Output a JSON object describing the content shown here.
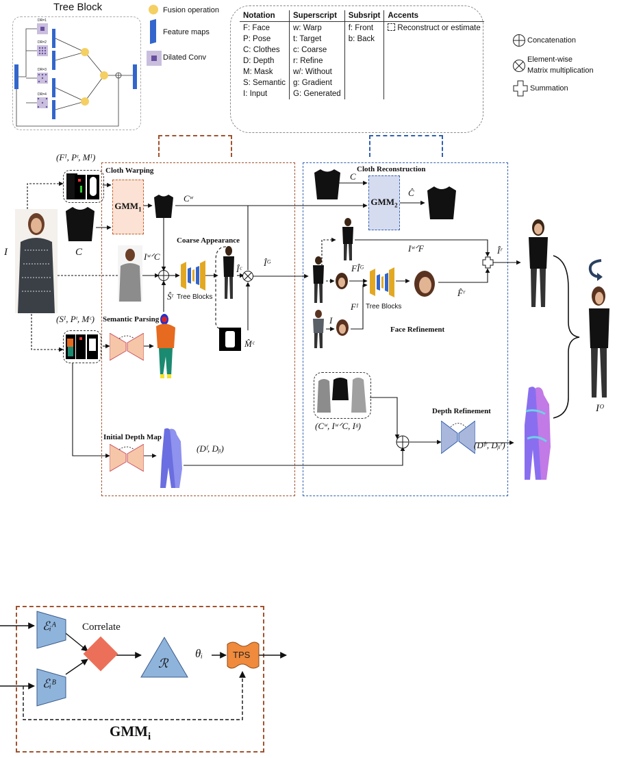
{
  "tree_block": {
    "title": "Tree Block",
    "dilations": [
      "DR=1",
      "DR=2",
      "DR=3",
      "DR=4"
    ],
    "legend": {
      "fusion": "Fusion operation",
      "feature_maps": "Feature maps",
      "dilated_conv": "Dilated Conv"
    }
  },
  "notation_table": {
    "headers": [
      "Notation",
      "Superscript",
      "Subsript",
      "Accents"
    ],
    "notation": [
      "F: Face",
      "P: Pose",
      "C: Clothes",
      "D: Depth",
      "M: Mask",
      "S: Semantic",
      "I: Input"
    ],
    "superscript": [
      "w: Warp",
      "t: Target",
      "c: Coarse",
      "r: Refine",
      "w/: Without",
      "g: Gradient",
      "G: Generated"
    ],
    "subscript": [
      "f: Front",
      "b: Back"
    ],
    "accents": [
      "Reconstruct or estimate"
    ]
  },
  "operators": {
    "concat": "Concatenation",
    "mult_line1": "Element-wise",
    "mult_line2": "Matrix multiplication",
    "sum": "Summation"
  },
  "pipeline": {
    "input_I": "I",
    "cloth_C": "C",
    "fpm_in": "(Fᴵ, Pᵗ, Mᴵ)",
    "spm_in": "(Sᴵ, Pᵗ, Mᶜ)",
    "cloth_warping": "Cloth Warping",
    "gmm1": "GMM",
    "gmm1_sub": "1",
    "cw": "Cʷ",
    "iwc": "IʷᐟC",
    "coarse_appearance": "Coarse Appearance",
    "tree_blocks": "Tree Blocks",
    "ic_hat": "Îᶜ",
    "ig_hat": "Îᴳ",
    "st_hat": "Ŝᵗ",
    "mc_hat": "M̂ᶜ",
    "semantic_parsing": "Semantic Parsing",
    "initial_depth_map": "Initial Depth Map",
    "dfdb": "(Dᶠ, Dᵦ)",
    "cloth_reconstruction": "Cloth Reconstruction",
    "gmm2": "GMM",
    "gmm2_sub": "2",
    "c_hat": "Ĉ",
    "iwf": "IʷᐟF",
    "fig": "FÎᴳ",
    "fi": "Fᴵ",
    "i_small": "I",
    "ir_hat": "Îʳ",
    "fr_hat": "F̂ʳ",
    "tree_blocks2": "Tree Blocks",
    "face_refinement": "Face Refinement",
    "cw_triplet": "(Cʷ, IʷᐟC, Iᵍ)",
    "depth_refinement": "Depth Refinement",
    "dr_out": "(Dᶠʳ, Dᵦʳ)",
    "output": "Iᴼ"
  },
  "gmm_detail": {
    "correlate": "Correlate",
    "enc_a": "ℰᵢᴬ",
    "enc_b": "ℰᵢᴮ",
    "regressor": "ℛ",
    "theta": "θᵢ",
    "tps": "TPS",
    "title": "GMM",
    "title_sub": "i"
  },
  "colors": {
    "orange_dash": "#a0522d",
    "blue_dash": "#3060b0",
    "gmm1_fill": "#fbe2d4",
    "gmm2_fill": "#d6dcef",
    "encoder_blue": "#8fb4dc",
    "correlate": "#ec7059",
    "tps": "#f08a3c",
    "tree_yellow": "#e3a822",
    "tree_blue": "#3366cc",
    "fusion": "#f4cf62"
  }
}
